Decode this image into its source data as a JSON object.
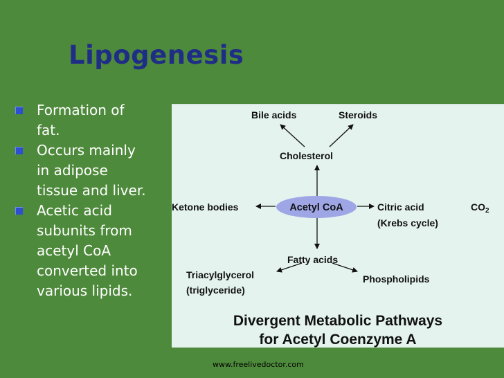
{
  "slide": {
    "title": "Lipogenesis",
    "bullets": [
      [
        "Formation of",
        "fat."
      ],
      [
        "Occurs mainly",
        "in adipose",
        "tissue and liver."
      ],
      [
        "Acetic acid",
        "subunits from",
        "acetyl CoA",
        "converted into",
        "various lipids."
      ]
    ],
    "footer": "www.freelivedoctor.com"
  },
  "diagram": {
    "center": "Acetyl CoA",
    "nodes": {
      "bile_acids": "Bile acids",
      "steroids": "Steroids",
      "cholesterol": "Cholesterol",
      "ketone_bodies": "Ketone bodies",
      "citric_acid": "Citric acid",
      "krebs_cycle": "(Krebs cycle)",
      "co2": "CO",
      "co2_sub": "2",
      "fatty_acids": "Fatty acids",
      "triacylglycerol": "Triacylglycerol",
      "triglyceride": "(triglyceride)",
      "phospholipids": "Phospholipids"
    },
    "caption": [
      "Divergent Metabolic Pathways",
      "for Acetyl Coenzyme A"
    ]
  },
  "colors": {
    "background": "#4e8a3b",
    "title": "#1f2d86",
    "bullet": "#2f4fd1",
    "panel": "#e4f3ee",
    "oval": "#9ea6e6"
  }
}
